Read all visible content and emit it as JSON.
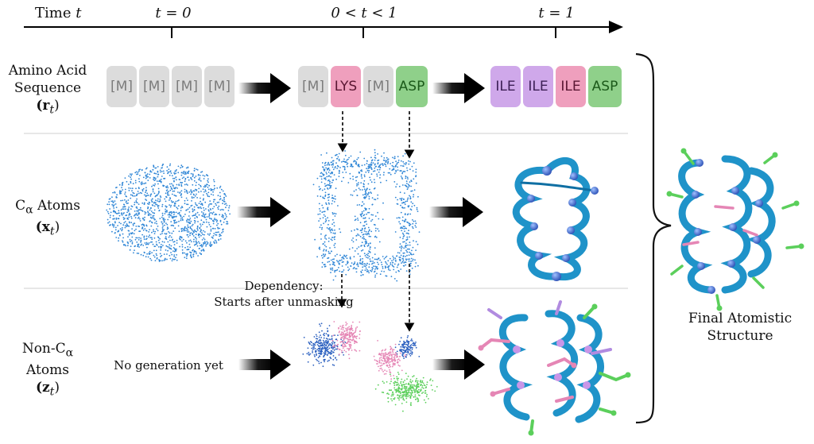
{
  "timeline": {
    "label": "Time t",
    "ticks": [
      "t = 0",
      "0 < t < 1",
      "t = 1"
    ]
  },
  "rows": {
    "sequence": {
      "line1": "Amino Acid",
      "line2": "Sequence",
      "line3": "(r",
      "sub": "t",
      "close": ")"
    },
    "calpha": {
      "line1": "C",
      "greek": "α",
      "line1b": " Atoms",
      "line2": "(x",
      "sub": "t",
      "close": ")"
    },
    "noncalpha": {
      "line1": "Non-C",
      "greek": "α",
      "line2": "Atoms",
      "line3": "(z",
      "sub": "t",
      "close": ")"
    }
  },
  "tokens": {
    "t0": [
      "[M]",
      "[M]",
      "[M]",
      "[M]"
    ],
    "tmid": [
      "[M]",
      "LYS",
      "[M]",
      "ASP"
    ],
    "t1": [
      "ILE",
      "ILE",
      "ILE",
      "ASP"
    ]
  },
  "notes": {
    "dependency_line1": "Dependency:",
    "dependency_line2": "Starts after unmasking",
    "no_generation": "No generation yet"
  },
  "final": {
    "line1": "Final Atomistic",
    "line2": "Structure"
  },
  "colors": {
    "mask": "#dcdcdc",
    "lys": "#ef9fbd",
    "asp": "#8fd08a",
    "ile": "#cfa8ea",
    "backbone": "#1f93c9",
    "cloud": "#2f86d6",
    "side_pink": "#e586b5",
    "side_green": "#5bcf5b",
    "side_blue": "#2a5fbf"
  }
}
